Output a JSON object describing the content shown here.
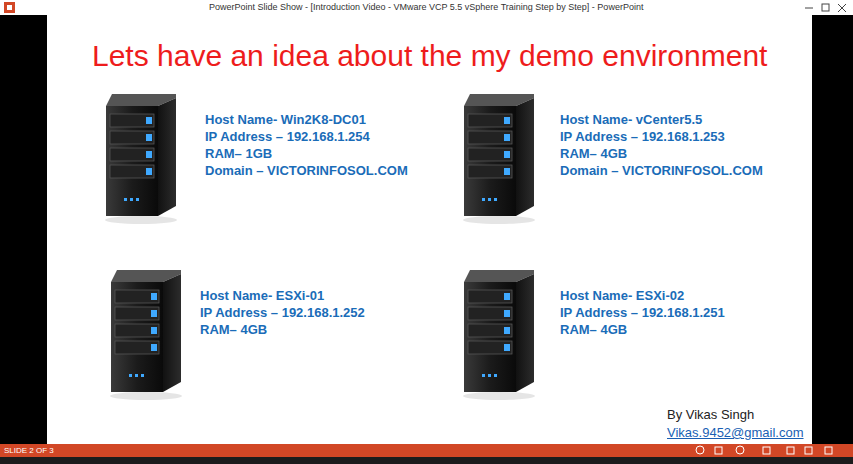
{
  "diagram": {
    "title": "Lets have an idea about the my demo environment",
    "labels": [
      "PowerPoint Slide Show - [Introduction Video - VMware VCP 5.5 vSphere Training Step by Step] - PowerPoint",
      "Host Name- Win2K8-DC01",
      "IP Address – 192.168.1.254",
      "RAM– 1GB",
      "Domain – VICTORINFOSOL.COM",
      "Host Name- vCenter5.5",
      "IP Address – 192.168.1.253",
      "RAM– 4GB",
      "Domain – VICTORINFOSOL.COM",
      "Host Name- ESXi-01",
      "IP Address – 192.168.1.252",
      "RAM– 4GB",
      "Host Name- ESXi-02",
      "IP Address – 192.168.1.251",
      "RAM– 4GB",
      "By Vikas Singh",
      "Vikas.9452@gmail.com",
      "SLIDE 2 OF 3"
    ]
  }
}
